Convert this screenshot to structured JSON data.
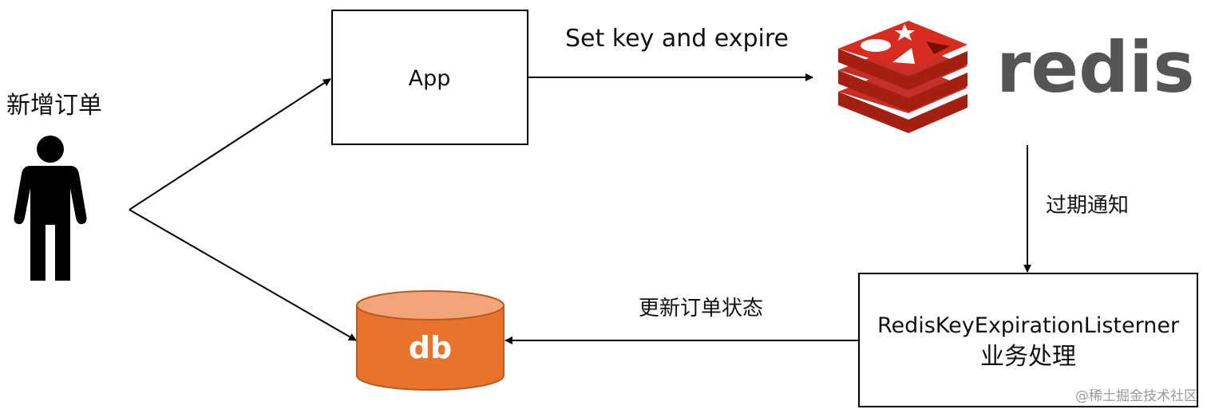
{
  "user": {
    "label": "新增订单"
  },
  "app": {
    "label": "App"
  },
  "redis": {
    "wordmark": "redis"
  },
  "db": {
    "label": "db"
  },
  "listener": {
    "line1": "RedisKeyExpirationListerner",
    "line2": "业务处理"
  },
  "edges": {
    "app_to_redis": "Set key and expire",
    "redis_to_listener": "过期通知",
    "listener_to_db": "更新订单状态"
  },
  "watermark": "@稀土掘金技术社区",
  "colors": {
    "db_fill": "#E8732B",
    "db_top": "#F1A578",
    "db_stroke": "#B85A1E",
    "redis_red": "#C6302B",
    "redis_dark": "#A41E11",
    "redis_text": "#555555",
    "user_icon": "#000000"
  }
}
